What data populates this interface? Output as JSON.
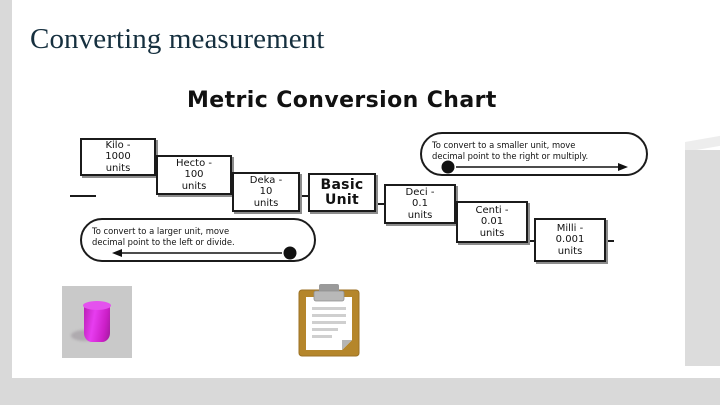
{
  "slide": {
    "title": "Converting measurement",
    "background_color": "#ffffff",
    "title_color": "#16303f",
    "app_background_color": "#d9d9d9"
  },
  "chart": {
    "heading": "Metric Conversion Chart",
    "units": [
      {
        "id": "kilo",
        "line1": "Kilo -",
        "line2": "1000",
        "line3": "units"
      },
      {
        "id": "hecto",
        "line1": "Hecto -",
        "line2": "100",
        "line3": "units"
      },
      {
        "id": "deka",
        "line1": "Deka -",
        "line2": "10",
        "line3": "units"
      },
      {
        "id": "basic",
        "line1": "Basic",
        "line2": "Unit",
        "line3": ""
      },
      {
        "id": "deci",
        "line1": "Deci -",
        "line2": "0.1",
        "line3": "units"
      },
      {
        "id": "centi",
        "line1": "Centi -",
        "line2": "0.01",
        "line3": "units"
      },
      {
        "id": "milli",
        "line1": "Milli -",
        "line2": "0.001",
        "line3": "units"
      }
    ],
    "callouts": {
      "smaller": {
        "line1": "To convert to a smaller unit, move",
        "line2": "decimal  point to the right or multiply.",
        "arrow_direction": "right"
      },
      "larger": {
        "line1": "To convert to a larger unit, move",
        "line2": "decimal  point to the left or divide.",
        "arrow_direction": "left"
      }
    }
  },
  "images": {
    "cup": {
      "name": "purple-cup-image",
      "color": "#d722d1"
    },
    "clipboard": {
      "name": "clipboard-icon",
      "frame_color": "#b5862b"
    }
  }
}
